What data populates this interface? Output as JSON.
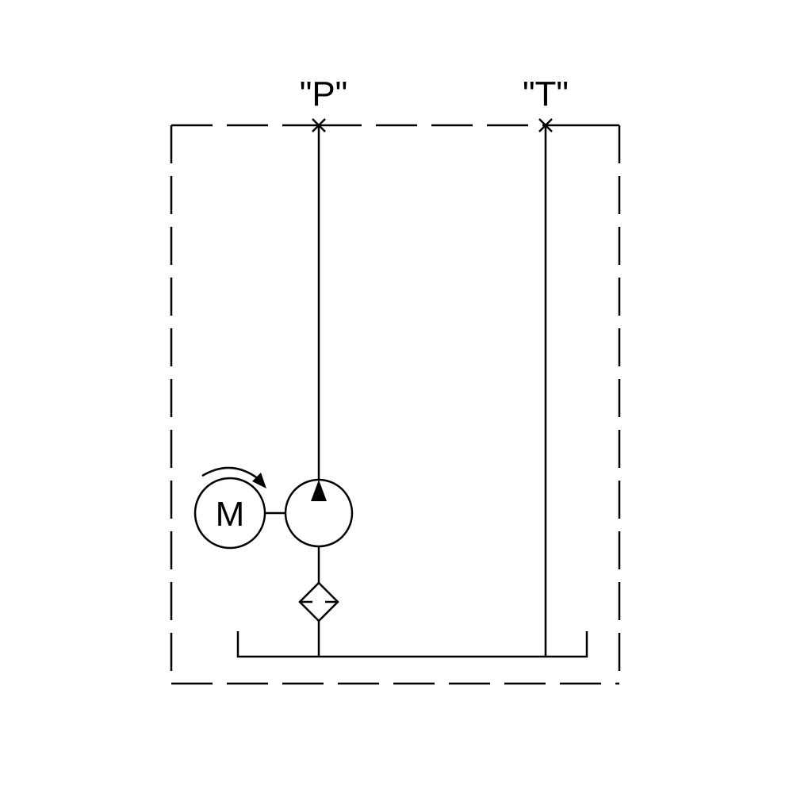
{
  "ports": {
    "pressure_label": "\"P\"",
    "tank_label": "\"T\""
  },
  "motor": {
    "label": "M"
  },
  "colors": {
    "line": "#000000",
    "background": "#ffffff"
  }
}
